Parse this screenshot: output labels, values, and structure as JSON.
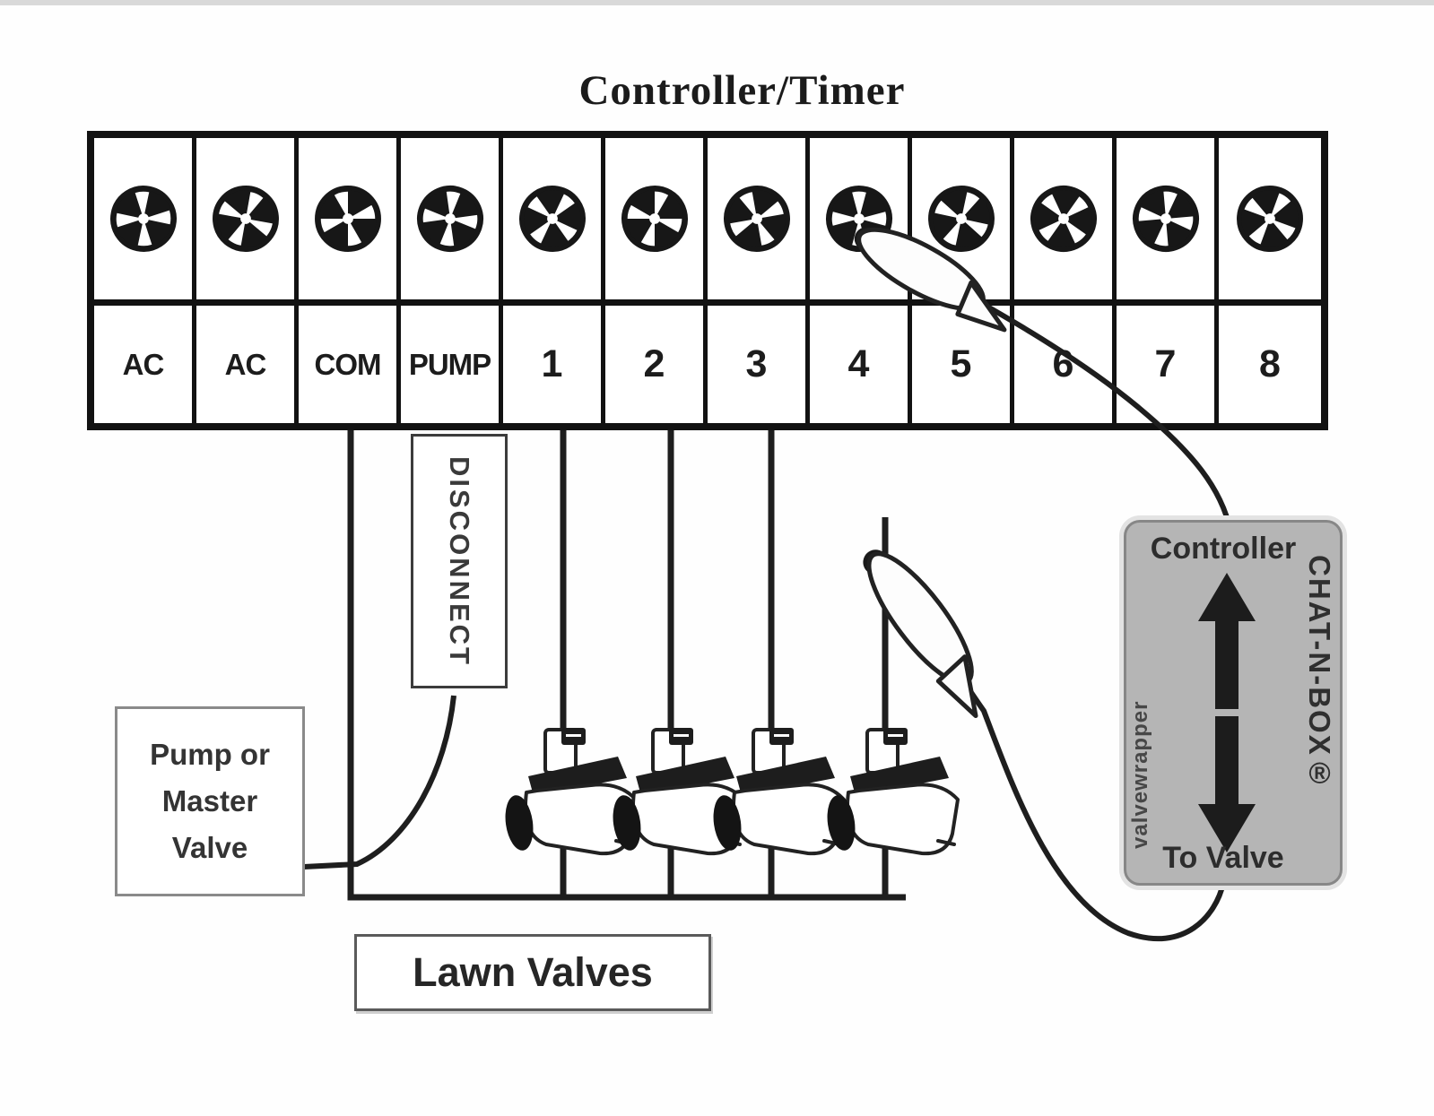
{
  "diagram": {
    "title": "Controller/Timer",
    "terminals": [
      "AC",
      "AC",
      "COM",
      "PUMP",
      "1",
      "2",
      "3",
      "4",
      "5",
      "6",
      "7",
      "8"
    ],
    "disconnect_label": "DISCONNECT",
    "pump_box": {
      "line1": "Pump or",
      "line2": "Master",
      "line3": "Valve"
    },
    "lawn_valves_label": "Lawn Valves",
    "chat_box": {
      "top_label": "Controller",
      "bottom_label": "To Valve",
      "brand_vertical": "CHAT-N-BOX®",
      "side_vertical": "valvewrapper"
    },
    "colors": {
      "wire": "#1e1e1e",
      "strip_border": "#121212",
      "chat_box_fill": "#b5b5b5",
      "chat_box_text": "#2d2d2d"
    },
    "icons": {
      "screw": "screw-head-pinwheel-icon",
      "valve": "solenoid-valve-icon",
      "crimp": "wire-crimp-connector-icon",
      "arrow_up": "up-arrow-icon",
      "arrow_down": "down-arrow-icon"
    }
  }
}
